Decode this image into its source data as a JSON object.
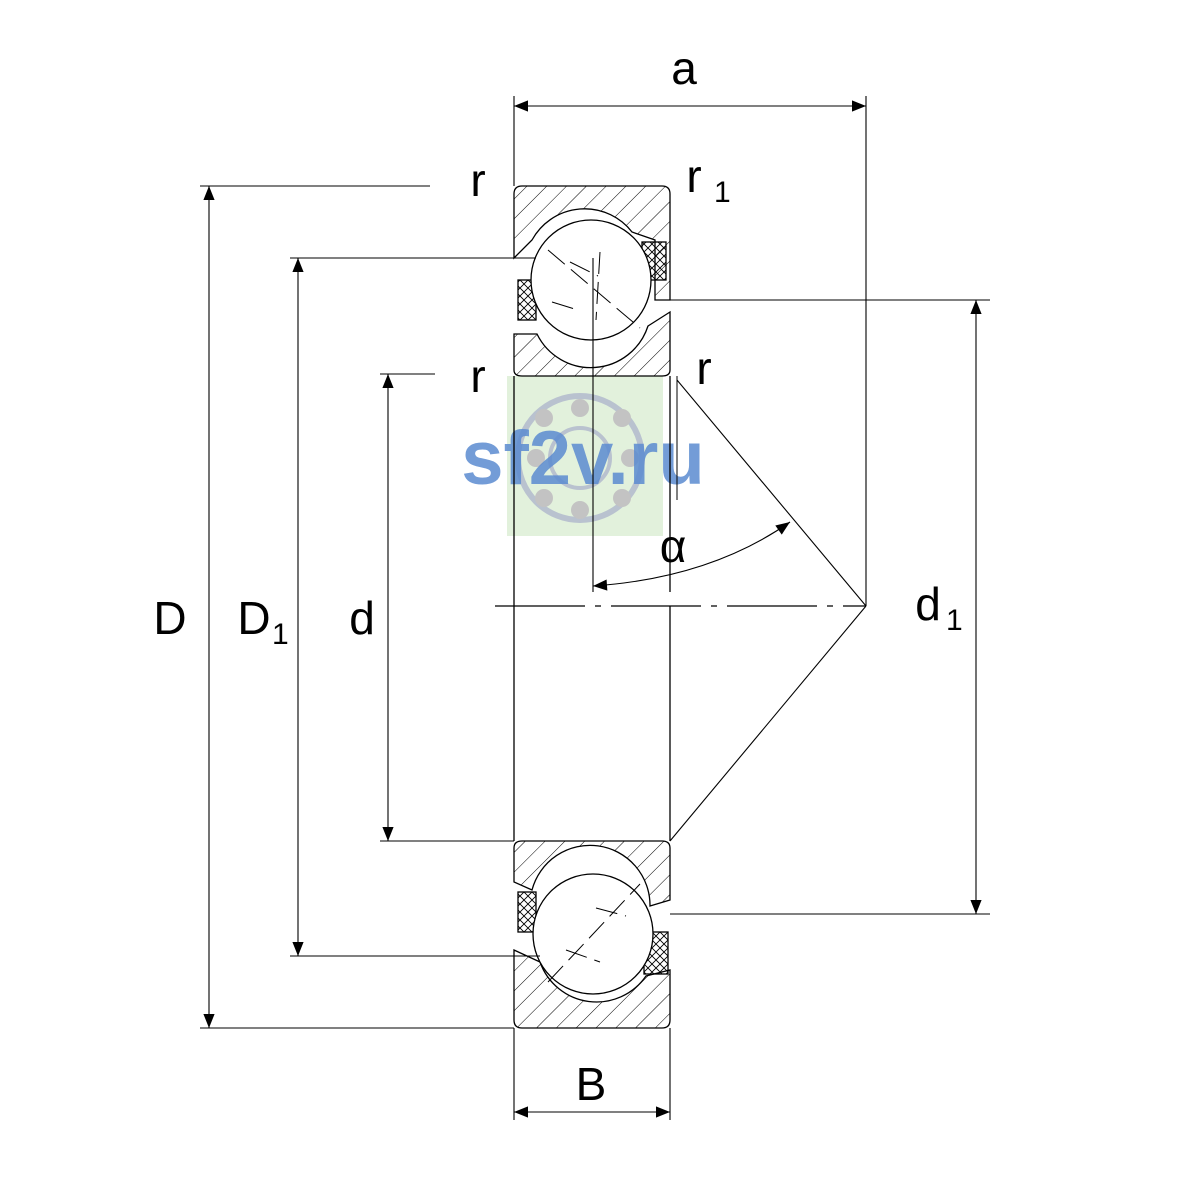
{
  "labels": {
    "a": "a",
    "r_top_outer": "r",
    "r1_main": "r",
    "r1_sub": "1",
    "r_inner_left": "r",
    "r_inner_right": "r",
    "alpha": "α",
    "D": "D",
    "D1_main": "D",
    "D1_sub": "1",
    "d": "d",
    "d1_main": "d",
    "d1_sub": "1",
    "B": "B"
  },
  "watermark": {
    "text": "sf2v.ru",
    "text_color": "#5b8bd0",
    "tile_color": "#dff0d8"
  },
  "colors": {
    "line": "#000000",
    "background": "#ffffff"
  }
}
